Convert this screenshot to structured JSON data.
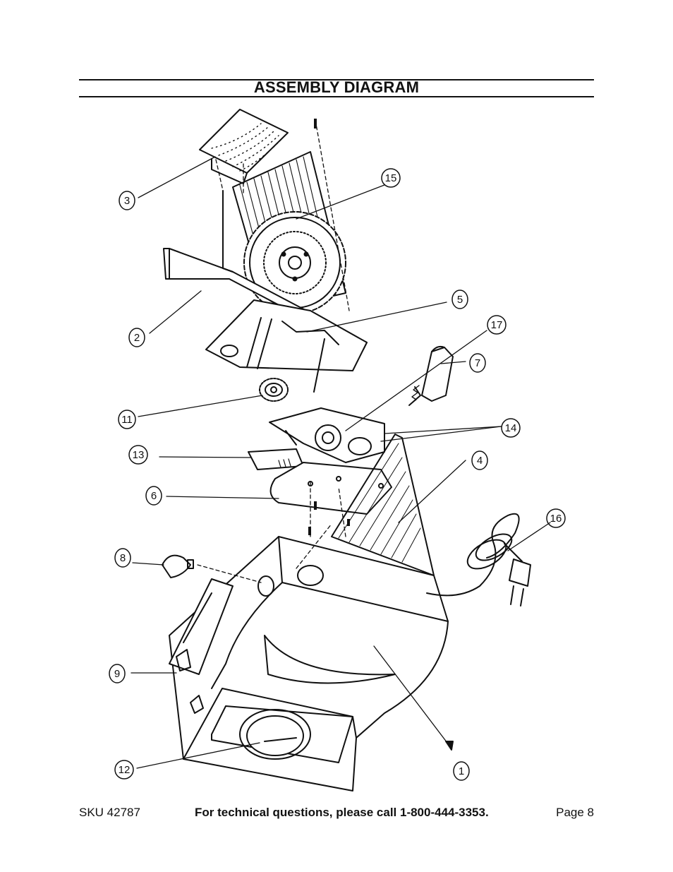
{
  "page": {
    "title": "ASSEMBLY DIAGRAM",
    "footer": {
      "sku": "SKU 42787",
      "phone_note": "For technical questions, please call 1-800-444-3353.",
      "page_number": "Page 8"
    }
  },
  "callouts": {
    "p1": "1",
    "p2": "2",
    "p3": "3",
    "p4": "4",
    "p5": "5",
    "p6": "6",
    "p7": "7",
    "p8": "8",
    "p9": "9",
    "p11": "11",
    "p12": "12",
    "p13": "13",
    "p14": "14",
    "p15": "15",
    "p16": "16",
    "p17": "17"
  }
}
